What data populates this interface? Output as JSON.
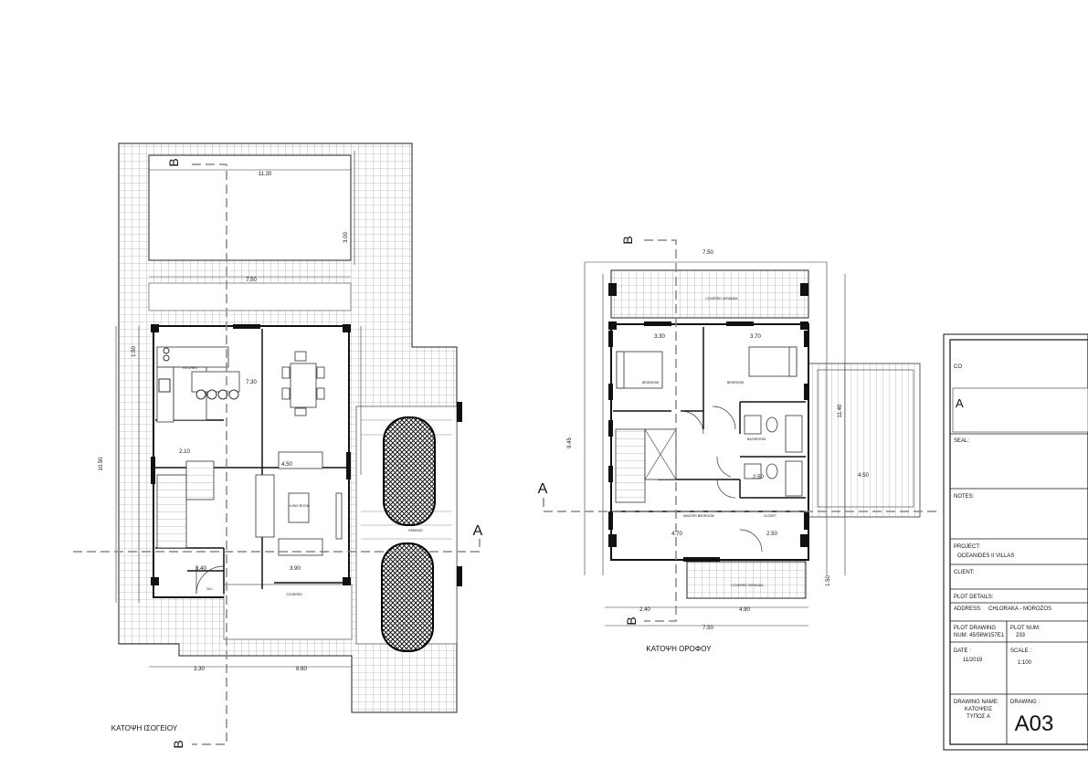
{
  "sheet": {
    "ground_floor": {
      "caption": "ΚΑΤΟΨΗ ΙΣΟΓΕΙΟΥ",
      "dims": {
        "pool_width": "11.20",
        "pool_depth": "3.00",
        "house_width": "7.50",
        "overall_height": "10.50",
        "inner_width": "7.30",
        "stair_width": "2.10",
        "entry_width": "3.40",
        "wc_width": "3.90",
        "bottom_left": "3.30",
        "bottom_right": "8.60",
        "room_dim_a": "4.50",
        "room_dim_b": "1.50"
      },
      "rooms": {
        "kitchen": "KITCHEN",
        "living": "LIVING ROOM",
        "parking": "PARKING",
        "wc": "W.C.",
        "covered": "COVERED"
      }
    },
    "first_floor": {
      "caption": "ΚΑΤΟΨΗ ΟΡΟΦΟΥ",
      "dims": {
        "overall_width_top": "7.50",
        "overall_width_bottom": "7.50",
        "overall_height": "9.45",
        "right_height": "11.40",
        "bed1_width": "3.30",
        "bed2_width": "3.70",
        "bottom_left": "2.40",
        "bottom_right": "4.90",
        "bottom_bed_width": "4.70",
        "bath_width": "2.50",
        "wc_width": "2.50",
        "deck_width": "4.50",
        "balcony_depth": "1.50"
      },
      "rooms": {
        "bedroom1": "BEDROOM",
        "bedroom2": "BEDROOM",
        "master": "MASTER BEDROOM",
        "closet": "CLOSET",
        "bath": "BATHROOM",
        "veranda_top": "COVERED VERANDA",
        "veranda_bottom": "COVERED VERANDA"
      }
    },
    "section_marks": {
      "a": "A",
      "b": "B"
    }
  },
  "title_block": {
    "co_label": "CO",
    "logo_letter": "A",
    "seal_label": "SEAL:",
    "notes_label": "NOTES:",
    "project_label": "PROJECT:",
    "project_value": "OCEANIDES II VILLAS",
    "client_label": "CLIENT:",
    "plot_details_label": "PLOT DETAILS:",
    "address_label": "ADDRESS:",
    "address_value": "CHLORAKA - MOROZOS",
    "plot_drawing_label_1": "PLOT DRAWING",
    "plot_drawing_label_2": "NUM:",
    "plot_drawing_value": "45/58W157E1",
    "plot_num_label": "PLOT NUM:",
    "plot_num_value": "233",
    "date_label": "DATE :",
    "date_value": "11/2019",
    "scale_label": "SCALE :",
    "scale_value": "1:100",
    "drawing_name_label": "DRAWING NAME:",
    "drawing_name_line1": "ΚΑΤΟΨΕΙΣ",
    "drawing_name_line2": "ΤΥΠΟΣ Α",
    "drawing_label": "DRAWING :",
    "drawing_code": "A03"
  }
}
